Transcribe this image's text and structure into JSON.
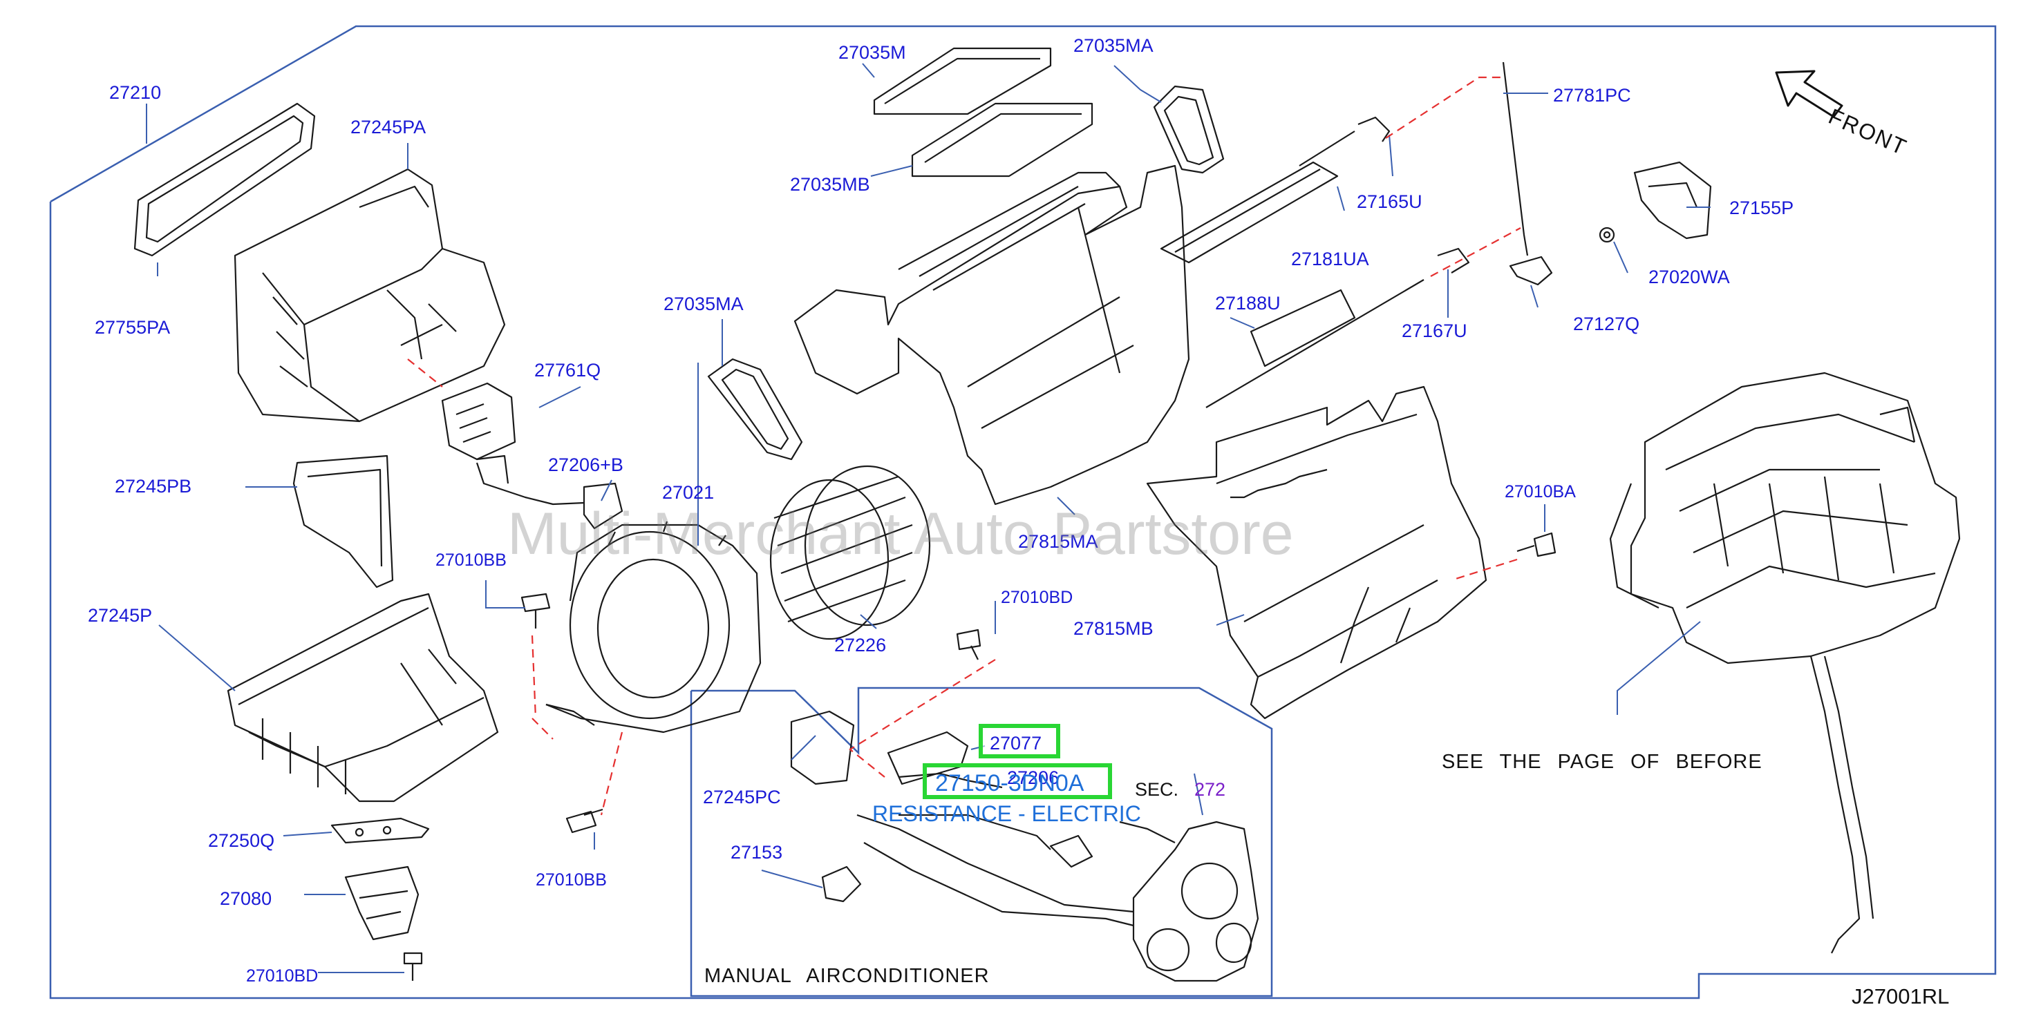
{
  "parts": {
    "p27210": "27210",
    "p27245PA": "27245PA",
    "p27755PA": "27755PA",
    "p27761Q": "27761Q",
    "p27206plusB": "27206+B",
    "p27245PB": "27245PB",
    "p27021": "27021",
    "p27010BB_top": "27010BB",
    "p27245P": "27245P",
    "p27035M": "27035M",
    "p27035MA_top": "27035MA",
    "p27035MB": "27035MB",
    "p27035MA_left": "27035MA",
    "p27781PC": "27781PC",
    "p27165U": "27165U",
    "p27181UA": "27181UA",
    "p27188U": "27188U",
    "p27167U": "27167U",
    "p27127Q": "27127Q",
    "p27155P": "27155P",
    "p27020WA": "27020WA",
    "p27010BA": "27010BA",
    "p27815MA": "27815MA",
    "p27815MB": "27815MB",
    "p27226": "27226",
    "p27010BD_mid": "27010BD",
    "p27245PC": "27245PC",
    "p27077": "27077",
    "p27206": "27206",
    "p27150": "27150-3DN0A",
    "sec": "SEC.",
    "sec_num": "272",
    "p27153": "27153",
    "p27250Q": "27250Q",
    "p27080": "27080",
    "p27010BB_bottom": "27010BB",
    "p27010BD_bottom": "27010BD"
  },
  "labels": {
    "front": "FRONT",
    "see_page": "SEE THE PAGE OF BEFORE",
    "manual_ac": "MANUAL AIRCONDITIONER",
    "resistance": "RESISTANCE - ELECTRIC",
    "diagram_code": "J27001RL",
    "watermark": "Multi-Merchant Auto Partstore"
  },
  "colors": {
    "part_number": "#1a1ad6",
    "section_ref": "#7a1fc9",
    "highlight": "#29d634",
    "description": "#1e6fd9",
    "callout_dash": "#e53030",
    "border": "#3a5fb0"
  }
}
